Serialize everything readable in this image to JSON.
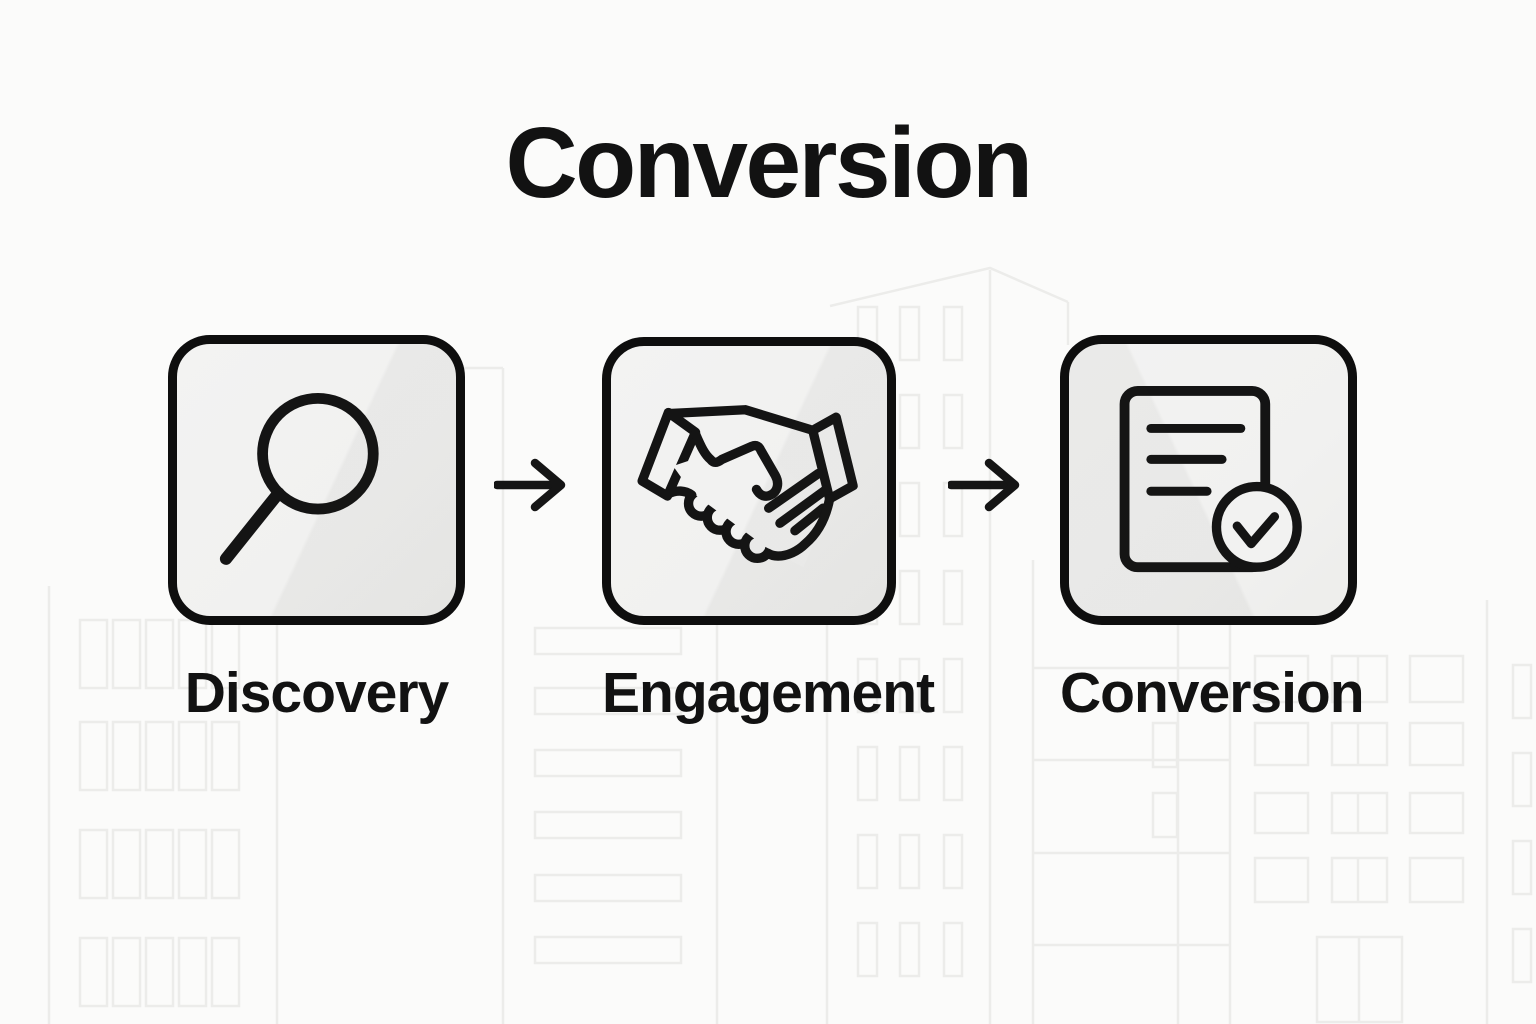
{
  "title": "Conversion",
  "steps": [
    {
      "label": "Discovery",
      "icon": "search-icon"
    },
    {
      "label": "Engagement",
      "icon": "handshake-icon"
    },
    {
      "label": "Conversion",
      "icon": "document-check-icon"
    }
  ],
  "connectors": [
    {
      "icon": "arrow-right-icon"
    },
    {
      "icon": "arrow-right-icon"
    }
  ],
  "colors": {
    "background": "#fbfbfa",
    "ink": "#121212",
    "card_fill": "#f2f2f1",
    "card_border": "#0e0e0e",
    "pattern_line": "#ececea"
  }
}
